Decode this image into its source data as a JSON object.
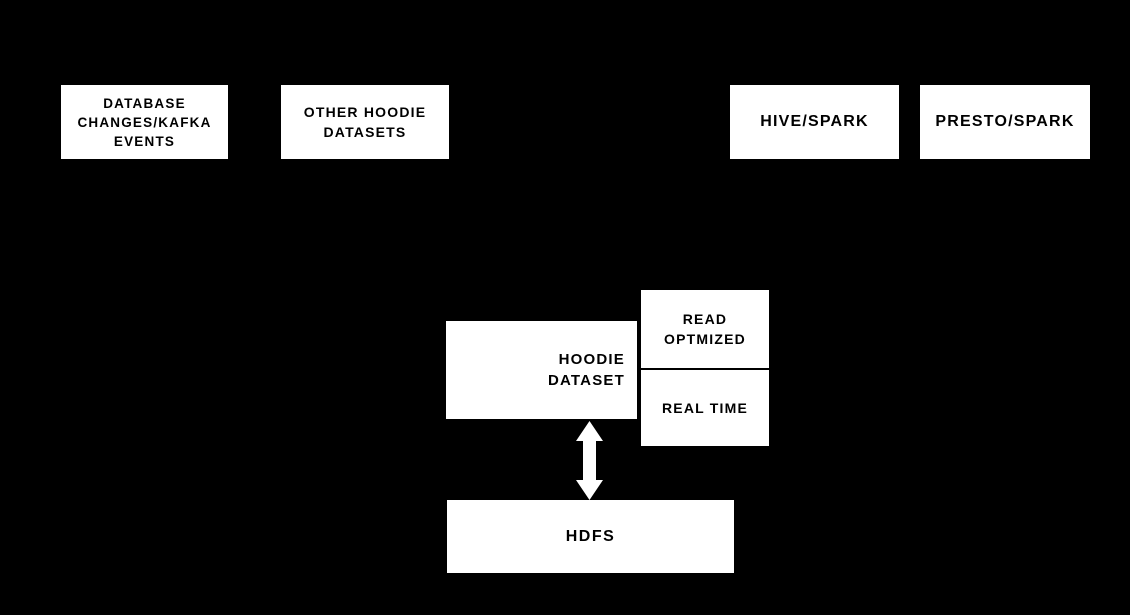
{
  "diagram": {
    "colors": {
      "background": "#000000",
      "box_fill": "#ffffff",
      "box_text": "#000000",
      "arrow": "#ffffff"
    },
    "nodes": {
      "database_changes": {
        "lines": [
          "DATABASE",
          "CHANGES/KAFKA",
          "EVENTS"
        ]
      },
      "other_hoodie_datasets": {
        "lines": [
          "OTHER HOODIE",
          "DATASETS"
        ]
      },
      "hive_spark": {
        "lines": [
          "HIVE/SPARK"
        ]
      },
      "presto_spark": {
        "lines": [
          "PRESTO/SPARK"
        ]
      },
      "hoodie_dataset": {
        "lines": [
          "HOODIE",
          "DATASET"
        ]
      },
      "read_optmized": {
        "lines": [
          "READ",
          "OPTMIZED"
        ]
      },
      "real_time": {
        "lines": [
          "REAL TIME"
        ]
      },
      "hdfs": {
        "lines": [
          "HDFS"
        ]
      }
    },
    "connections": [
      {
        "from": "hoodie_dataset",
        "to": "hdfs",
        "style": "double-headed-vertical-arrow",
        "color": "#ffffff"
      }
    ]
  }
}
